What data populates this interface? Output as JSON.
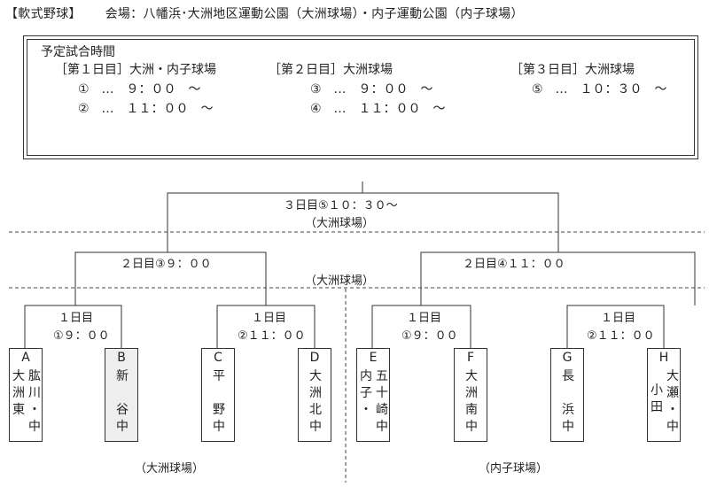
{
  "header": {
    "event": "【軟式野球】",
    "venue_line": "会場：八幡浜･大洲地区運動公園（大洲球場）・内子運動公園（内子球場）"
  },
  "schedule": {
    "title": "予定試合時間",
    "day1": {
      "heading": "［第１日目］大洲・内子球場",
      "slots": [
        "①　…　９：００　～",
        "②　…　１１：００　～"
      ]
    },
    "day2": {
      "heading": "［第２日目］大洲球場",
      "slots": [
        "③　…　９：００　～",
        "④　…　１１：００　～"
      ]
    },
    "day3": {
      "heading": "［第３日目］大洲球場",
      "slots": [
        "⑤　…　１０：３０　～"
      ]
    }
  },
  "bracket": {
    "final": {
      "label": "３日目⑤１０：３０～",
      "venue": "（大洲球場）"
    },
    "semi_left": {
      "label": "２日目③９：００"
    },
    "semi_right": {
      "label": "２日目④１１：００"
    },
    "semi_venue": "（大洲球場）",
    "r1": [
      {
        "day": "１日目",
        "time": "①９：００"
      },
      {
        "day": "１日目",
        "time": "②１１：００"
      },
      {
        "day": "１日目",
        "time": "①９：００"
      },
      {
        "day": "１日目",
        "time": "②１１：００"
      }
    ],
    "venue_left": "（大洲球場）",
    "venue_right": "（内子球場）"
  },
  "teams": [
    {
      "letter": "A",
      "cols": [
        "肱川・中",
        "大洲東"
      ]
    },
    {
      "letter": "B",
      "cols": [
        "新　谷中"
      ]
    },
    {
      "letter": "C",
      "cols": [
        "平　野中"
      ]
    },
    {
      "letter": "D",
      "cols": [
        "大洲北中"
      ]
    },
    {
      "letter": "E",
      "cols": [
        "五十崎中",
        "内子・"
      ]
    },
    {
      "letter": "F",
      "cols": [
        "大洲南中"
      ]
    },
    {
      "letter": "G",
      "cols": [
        "長　浜中"
      ]
    },
    {
      "letter": "H",
      "cols": [
        "大瀬・中",
        "小田"
      ]
    }
  ]
}
